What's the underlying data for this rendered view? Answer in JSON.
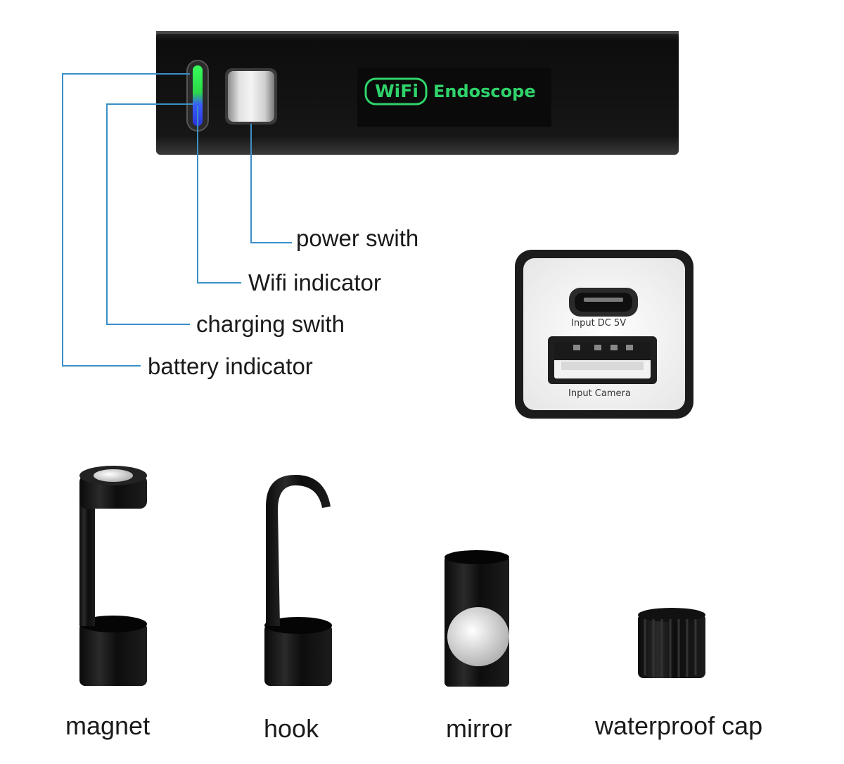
{
  "device": {
    "logo_wifi": "WiFi",
    "logo_text": "Endoscope"
  },
  "callouts": {
    "power": "power swith",
    "wifi": "Wifi indicator",
    "charging": "charging swith",
    "battery": "battery indicator"
  },
  "ports": {
    "dc_label": "Input DC 5V",
    "camera_label": "Input Camera"
  },
  "accessories": [
    {
      "label": "magnet"
    },
    {
      "label": "hook"
    },
    {
      "label": "mirror"
    },
    {
      "label": "waterproof cap"
    }
  ],
  "colors": {
    "callout_line": "#3a8fc8",
    "logo_green": "#2fd36b",
    "device_body": "#141414"
  }
}
